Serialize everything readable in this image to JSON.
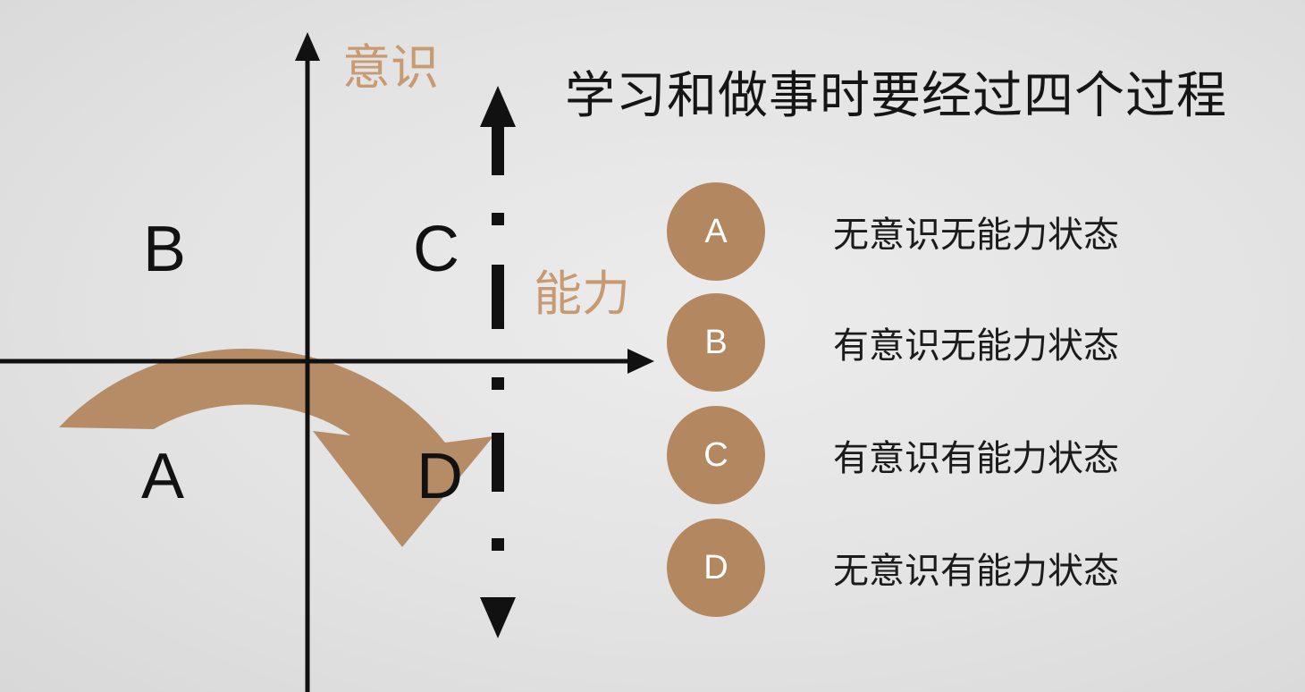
{
  "title": "学习和做事时要经过四个过程",
  "axes": {
    "y_label": "意识",
    "x_label": "能力"
  },
  "quadrants": {
    "a": "A",
    "b": "B",
    "c": "C",
    "d": "D"
  },
  "legend": [
    {
      "badge": "A",
      "text": "无意识无能力状态"
    },
    {
      "badge": "B",
      "text": "有意识无能力状态"
    },
    {
      "badge": "C",
      "text": "有意识有能力状态"
    },
    {
      "badge": "D",
      "text": "无意识有能力状态"
    }
  ],
  "colors": {
    "accent": "#b3875f",
    "axis": "#111111",
    "background": "#e6e6e6"
  }
}
